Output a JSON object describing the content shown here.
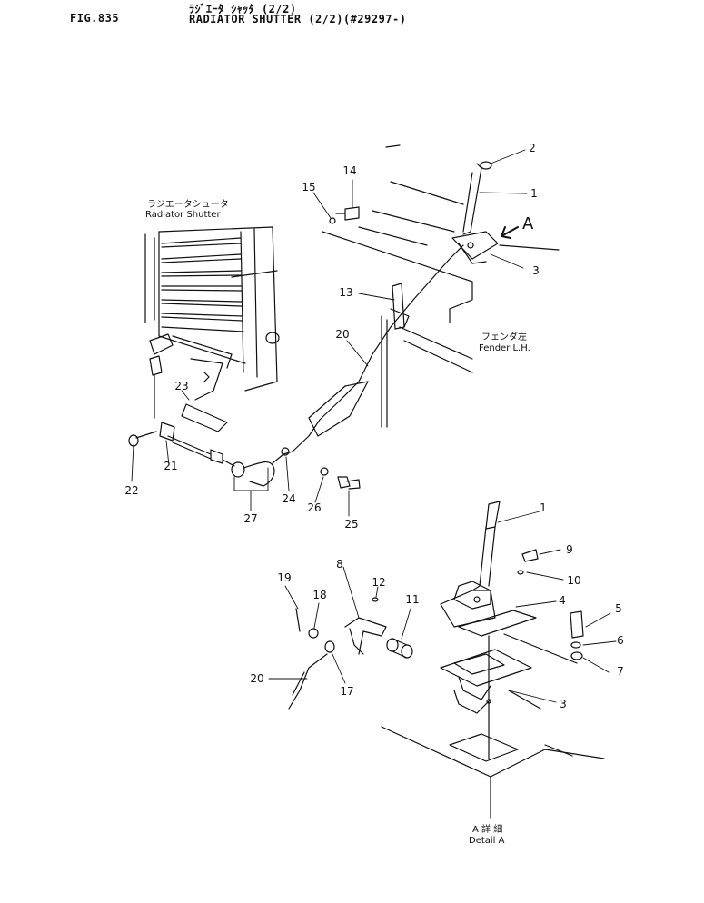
{
  "header": {
    "figure_number": "FIG.835",
    "title_jp": "ﾗｼﾞｴｰﾀ ｼｬｯﾀ (2/2)",
    "title_en": "RADIATOR SHUTTER (2/2)(#29297-)"
  },
  "labels": {
    "radiator_shutter_jp": "ラジエータシュータ",
    "radiator_shutter_en": "Radiator Shutter",
    "fender_jp": "フェンダ左",
    "fender_en": "Fender L.H.",
    "detail_jp": "A 詳 細",
    "detail_en": "Detail A",
    "view_arrow": "A"
  },
  "callouts": {
    "top": [
      "2",
      "1",
      "14",
      "15",
      "3",
      "13",
      "20",
      "23",
      "21",
      "22",
      "27",
      "24",
      "26",
      "25"
    ],
    "bottom": [
      "1",
      "9",
      "10",
      "4",
      "5",
      "6",
      "7",
      "3",
      "8",
      "12",
      "11",
      "19",
      "18",
      "20",
      "17"
    ]
  }
}
